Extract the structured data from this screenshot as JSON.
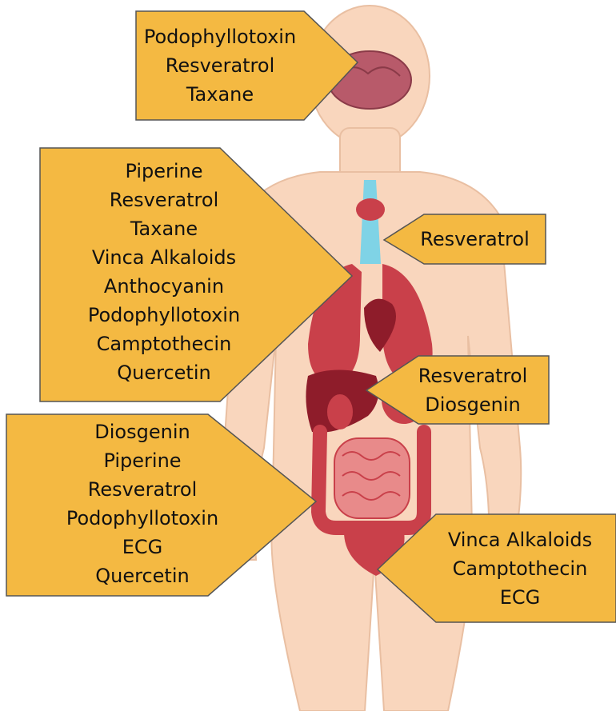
{
  "colors": {
    "callout_fill": "#f4b942",
    "callout_stroke": "#555555",
    "skin": "#f9d6bd",
    "organ_red": "#c9404a",
    "organ_dark": "#8e1c2a",
    "trachea_blue": "#7fd3e6",
    "brain": "#b85a6a"
  },
  "callouts": {
    "brain": [
      "Podophyllotoxin",
      "Resveratrol",
      "Taxane"
    ],
    "lungs": [
      "Piperine",
      "Resveratrol",
      "Taxane",
      "Vinca Alkaloids",
      "Anthocyanin",
      "Podophyllotoxin",
      "Camptothecin",
      "Quercetin"
    ],
    "thyroid": [
      "Resveratrol"
    ],
    "liver": [
      "Resveratrol",
      "Diosgenin"
    ],
    "intestine": [
      "Diosgenin",
      "Piperine",
      "Resveratrol",
      "Podophyllotoxin",
      "ECG",
      "Quercetin"
    ],
    "pelvis": [
      "Vinca Alkaloids",
      "Camptothecin",
      "ECG"
    ]
  }
}
